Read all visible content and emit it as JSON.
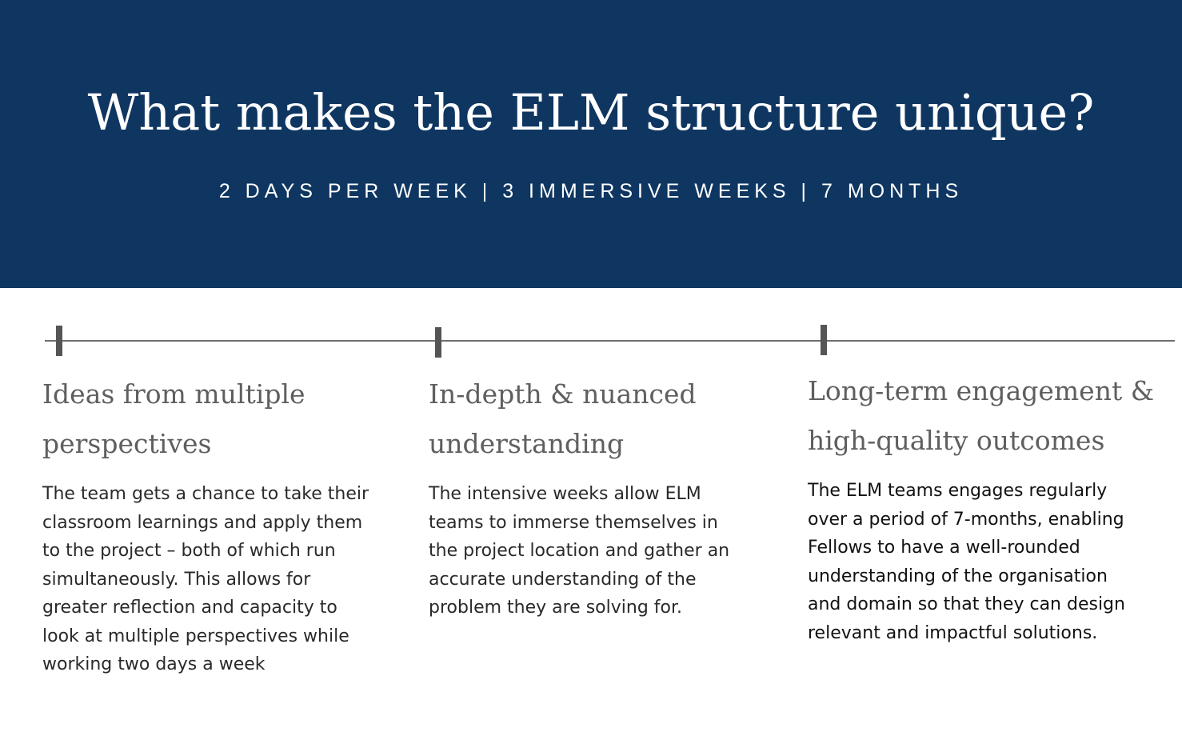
{
  "banner": {
    "title": "What makes the ELM structure unique?",
    "subtitle": "2 DAYS PER WEEK | 3 IMMERSIVE WEEKS | 7 MONTHS",
    "background_color": "#0f3661"
  },
  "columns": [
    {
      "heading": "Ideas from multiple perspectives",
      "text": "The team gets a chance to take their classroom learnings and apply them to the project – both of which run simultaneously. This allows for greater reflection and capacity to look at multiple perspectives while working two days a week"
    },
    {
      "heading": "In-depth & nuanced understanding",
      "text": "The intensive weeks allow ELM teams to immerse themselves in the project location and gather an accurate understanding of the problem they are solving for."
    },
    {
      "heading": "Long-term engagement & high-quality outcomes",
      "text": "The ELM teams engages regularly over a period of 7-months, enabling Fellows to have a well-rounded understanding of the organisation and domain so that they can design relevant and impactful solutions."
    }
  ]
}
